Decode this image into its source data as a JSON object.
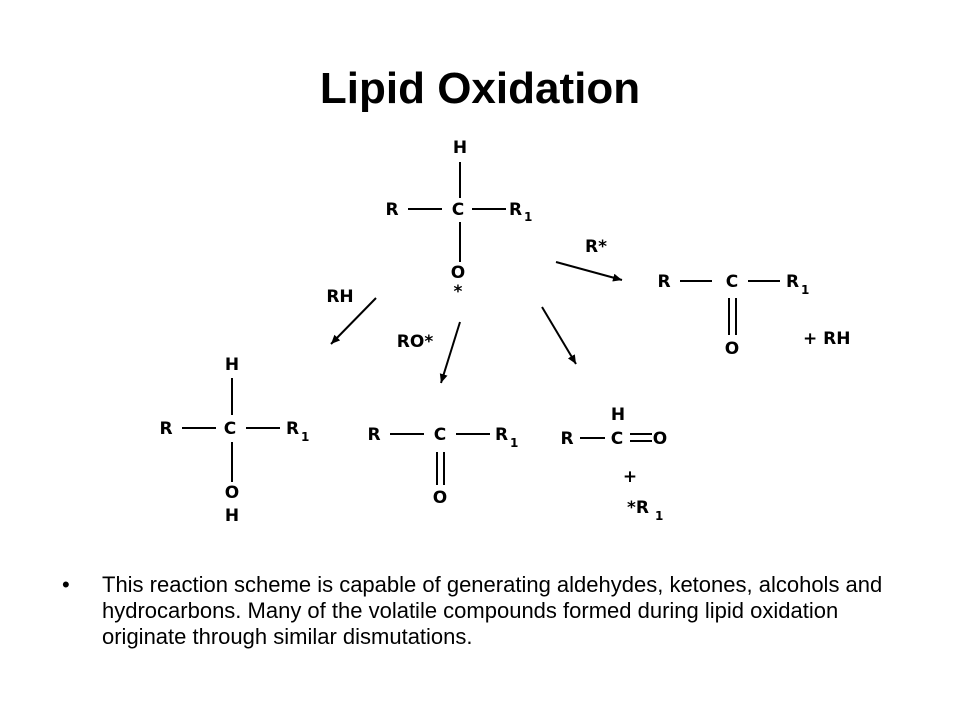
{
  "slide": {
    "title": "Lipid Oxidation",
    "bullet_symbol": "•",
    "bullet_text": "This reaction scheme is capable of generating aldehydes, ketones, alcohols and hydrocarbons. Many of the volatile compounds formed during lipid oxidation originate through similar dismutations."
  },
  "scheme": {
    "atoms": {
      "H": "H",
      "R": "R",
      "C": "C",
      "O": "O",
      "R1_base": "R",
      "R1_sub": "1",
      "radical": "*"
    },
    "reagents": {
      "rh": "RH",
      "ro_star": "RO*",
      "r_star": "R*",
      "plus_rh": "+ RH",
      "plus": "+",
      "star_r1_base": "*R",
      "star_r1_sub": "1"
    }
  }
}
